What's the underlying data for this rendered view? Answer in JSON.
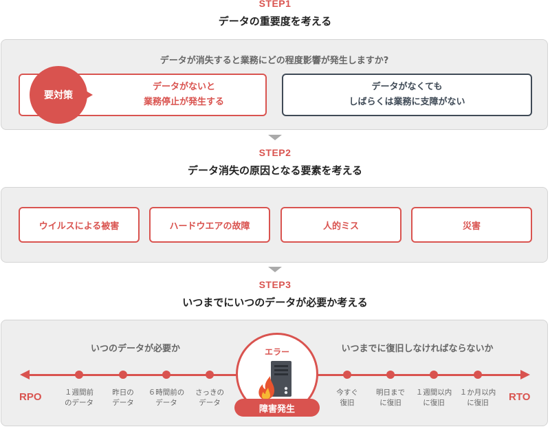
{
  "step1": {
    "label": "STEP1",
    "title": "データの重要度を考える",
    "question": "データが消失すると業務にどの程度影響が発生しますか?",
    "badge": "要対策",
    "option_a": {
      "line1": "データがないと",
      "line2": "業務停止が発生する"
    },
    "option_b": {
      "line1": "データがなくても",
      "line2": "しばらくは業務に支障がない"
    }
  },
  "step2": {
    "label": "STEP2",
    "title": "データ消失の原因となる要素を考える",
    "causes": [
      "ウイルスによる被害",
      "ハードウエアの故障",
      "人的ミス",
      "災害"
    ]
  },
  "step3": {
    "label": "STEP3",
    "title": "いつまでにいつのデータが必要か考える",
    "left_caption": "いつのデータが必要か",
    "right_caption": "いつまでに復旧しなければならないか",
    "left_end": "RPO",
    "right_end": "RTO",
    "center_label": "エラー",
    "center_pill": "障害発生",
    "left_ticks": [
      "１週間前\nのデータ",
      "昨日の\nデータ",
      "６時間前の\nデータ",
      "さっきの\nデータ"
    ],
    "right_ticks": [
      "今すぐ\n復旧",
      "明日まで\nに復旧",
      "１週間以内\nに復旧",
      "１か月以内\nに復旧"
    ]
  },
  "colors": {
    "accent": "#d9534f",
    "dark": "#3f4a56",
    "panel": "#eeeeee"
  },
  "icons": {
    "center": "server-fire-icon"
  }
}
